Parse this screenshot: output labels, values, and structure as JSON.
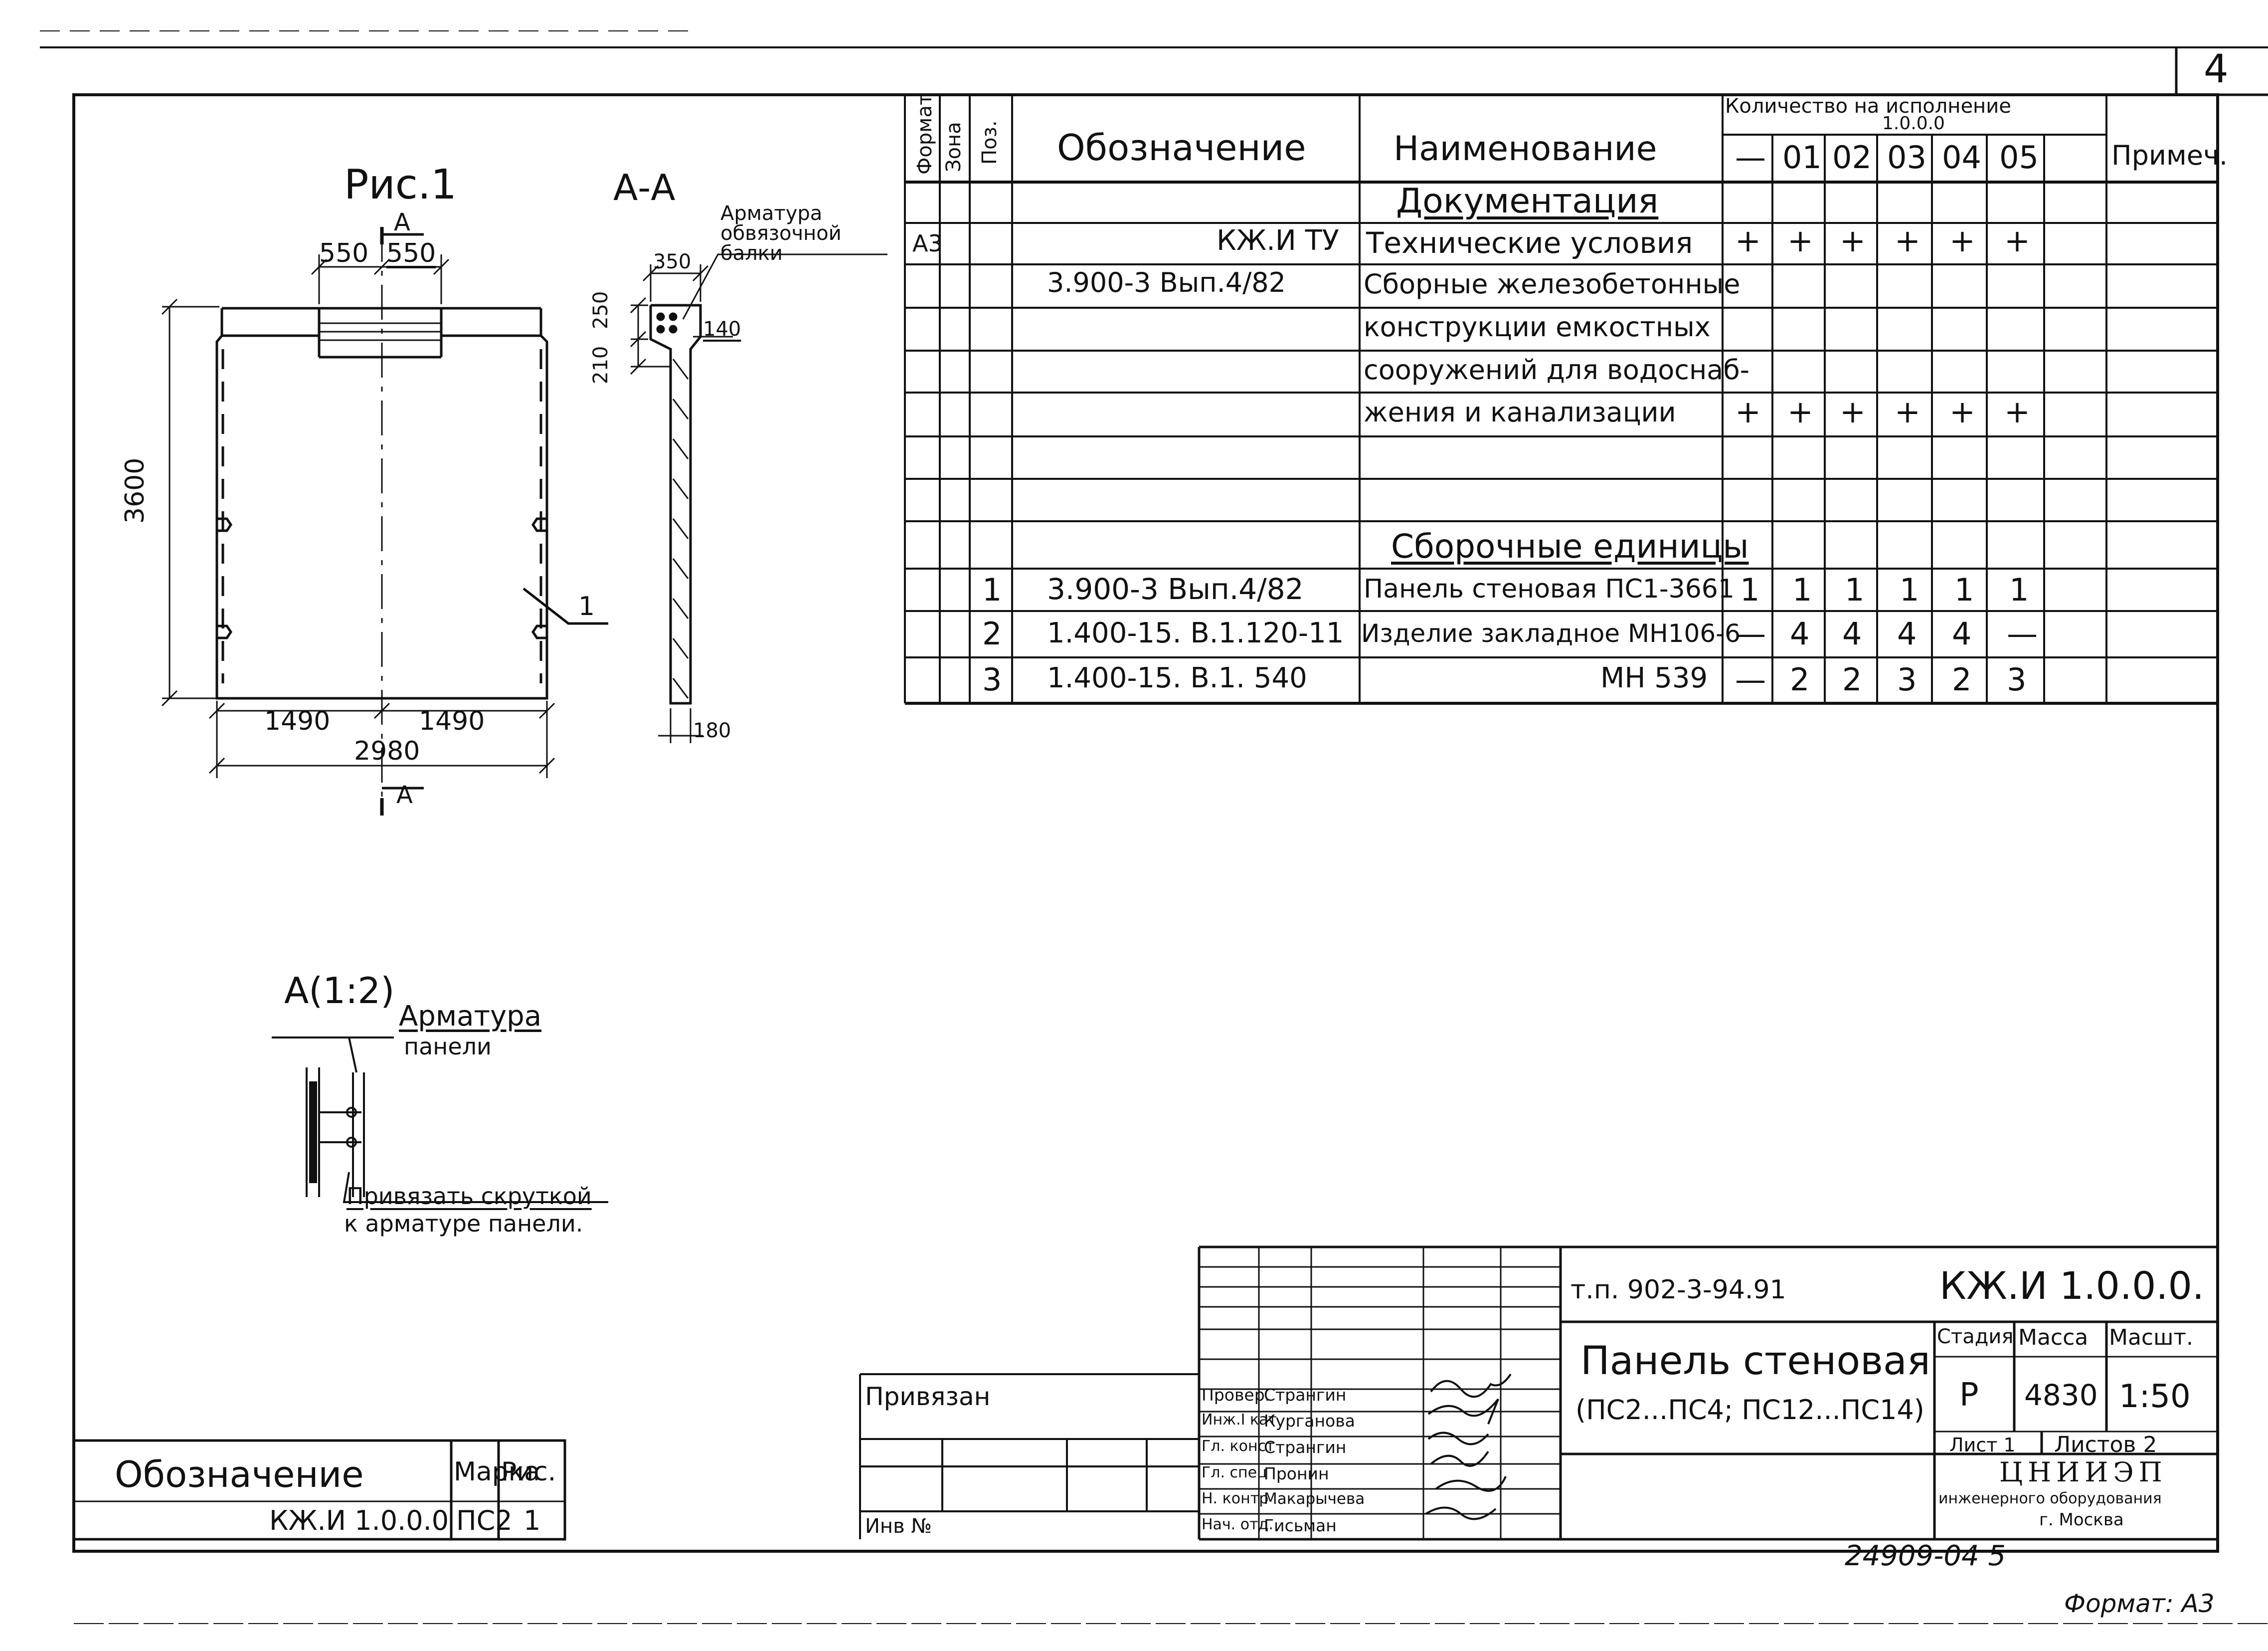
{
  "sheet": {
    "page_number": "4",
    "archive_number": "24909-04   5",
    "format_label": "Формат: А3"
  },
  "figures": {
    "fig1_title": "Рис.1",
    "section_title": "А-А",
    "section_marker": "А",
    "section_marker_bottom": "А",
    "dims": {
      "d550_left": "550",
      "d550_right": "550",
      "d3600": "3600",
      "d1490_left": "1490",
      "d1490_right": "1490",
      "d2980": "2980",
      "d350": "350",
      "d250": "250",
      "d210": "210",
      "d140": "140",
      "d180": "180"
    },
    "leader_1": "1",
    "rebar_note": "Арматура обвязочной балки",
    "detail_title": "А(1:2)",
    "detail_note_top_1": "Арматура",
    "detail_note_top_2": "панели",
    "detail_note_bottom_1": "Привязать скруткой",
    "detail_note_bottom_2": "к арматуре панели."
  },
  "spec_table": {
    "headers": {
      "format": "Формат",
      "zone": "Зона",
      "pos": "Поз.",
      "designation": "Обозначение",
      "name": "Наименование",
      "qty": "Количество на исполнение",
      "qty_sub": "1.0.0.0",
      "note": "Примеч."
    },
    "variants": [
      "—",
      "01",
      "02",
      "03",
      "04",
      "05"
    ],
    "section_docs": "Документация",
    "section_units": "Сборочные единицы",
    "rows": [
      {
        "format": "А3",
        "pos": "",
        "designation": "КЖ.И ТУ",
        "name": "Технические условия",
        "qty": [
          "+",
          "+",
          "+",
          "+",
          "+",
          "+"
        ]
      },
      {
        "format": "",
        "pos": "",
        "designation": "3.900-3  Вып.4/82",
        "name": "Сборные железобетонные",
        "qty": [
          "",
          "",
          "",
          "",
          "",
          ""
        ]
      },
      {
        "format": "",
        "pos": "",
        "designation": "",
        "name": "конструкции емкостных",
        "qty": [
          "",
          "",
          "",
          "",
          "",
          ""
        ]
      },
      {
        "format": "",
        "pos": "",
        "designation": "",
        "name": "сооружений для водоснаб-",
        "qty": [
          "",
          "",
          "",
          "",
          "",
          ""
        ]
      },
      {
        "format": "",
        "pos": "",
        "designation": "",
        "name": "жения и канализации",
        "qty": [
          "+",
          "+",
          "+",
          "+",
          "+",
          "+"
        ]
      },
      {
        "format": "",
        "pos": "1",
        "designation": "3.900-3 Вып.4/82",
        "name": "Панель стеновая ПС1-3661",
        "qty": [
          "1",
          "1",
          "1",
          "1",
          "1",
          "1"
        ]
      },
      {
        "format": "",
        "pos": "2",
        "designation": "1.400-15. В.1.120-11",
        "name": "Изделие закладное МН106-6",
        "qty": [
          "—",
          "4",
          "4",
          "4",
          "4",
          "—"
        ]
      },
      {
        "format": "",
        "pos": "3",
        "designation": "1.400-15. В.1. 540",
        "name": "МН 539",
        "qty": [
          "—",
          "2",
          "2",
          "3",
          "2",
          "3"
        ]
      }
    ]
  },
  "refs_table": {
    "h_designation": "Обозначение",
    "h_mark": "Марка",
    "h_fig": "Рис.",
    "designation": "КЖ.И 1.0.0.0",
    "mark": "ПС2",
    "fig": "1"
  },
  "binding_block": {
    "label": "Привязан",
    "inv": "Инв №"
  },
  "title_block": {
    "project": "т.п. 902-3-94.91",
    "doc_code": "КЖ.И 1.0.0.0.",
    "title_line1": "Панель стеновая",
    "title_line2": "(ПС2...ПС4; ПС12...ПС14)",
    "stage_label": "Стадия",
    "mass_label": "Масса",
    "scale_label": "Масшт.",
    "stage": "Р",
    "mass": "4830",
    "scale": "1:50",
    "sheet_label": "Лист 1",
    "sheets_label": "Листов 2",
    "org_name": "ЦНИИЭП",
    "org_sub": "инженерного оборудования",
    "org_city": "г. Москва",
    "signers": [
      {
        "role": "Провер.",
        "name": "Странгин"
      },
      {
        "role": "Инж.I кат",
        "name": "Курганова"
      },
      {
        "role": "Гл. конст",
        "name": "Странгин"
      },
      {
        "role": "Гл. спец",
        "name": "Пронин"
      },
      {
        "role": "Н. контр",
        "name": "Макарычева"
      },
      {
        "role": "Нач. отд.",
        "name": "Гисьман"
      }
    ]
  }
}
